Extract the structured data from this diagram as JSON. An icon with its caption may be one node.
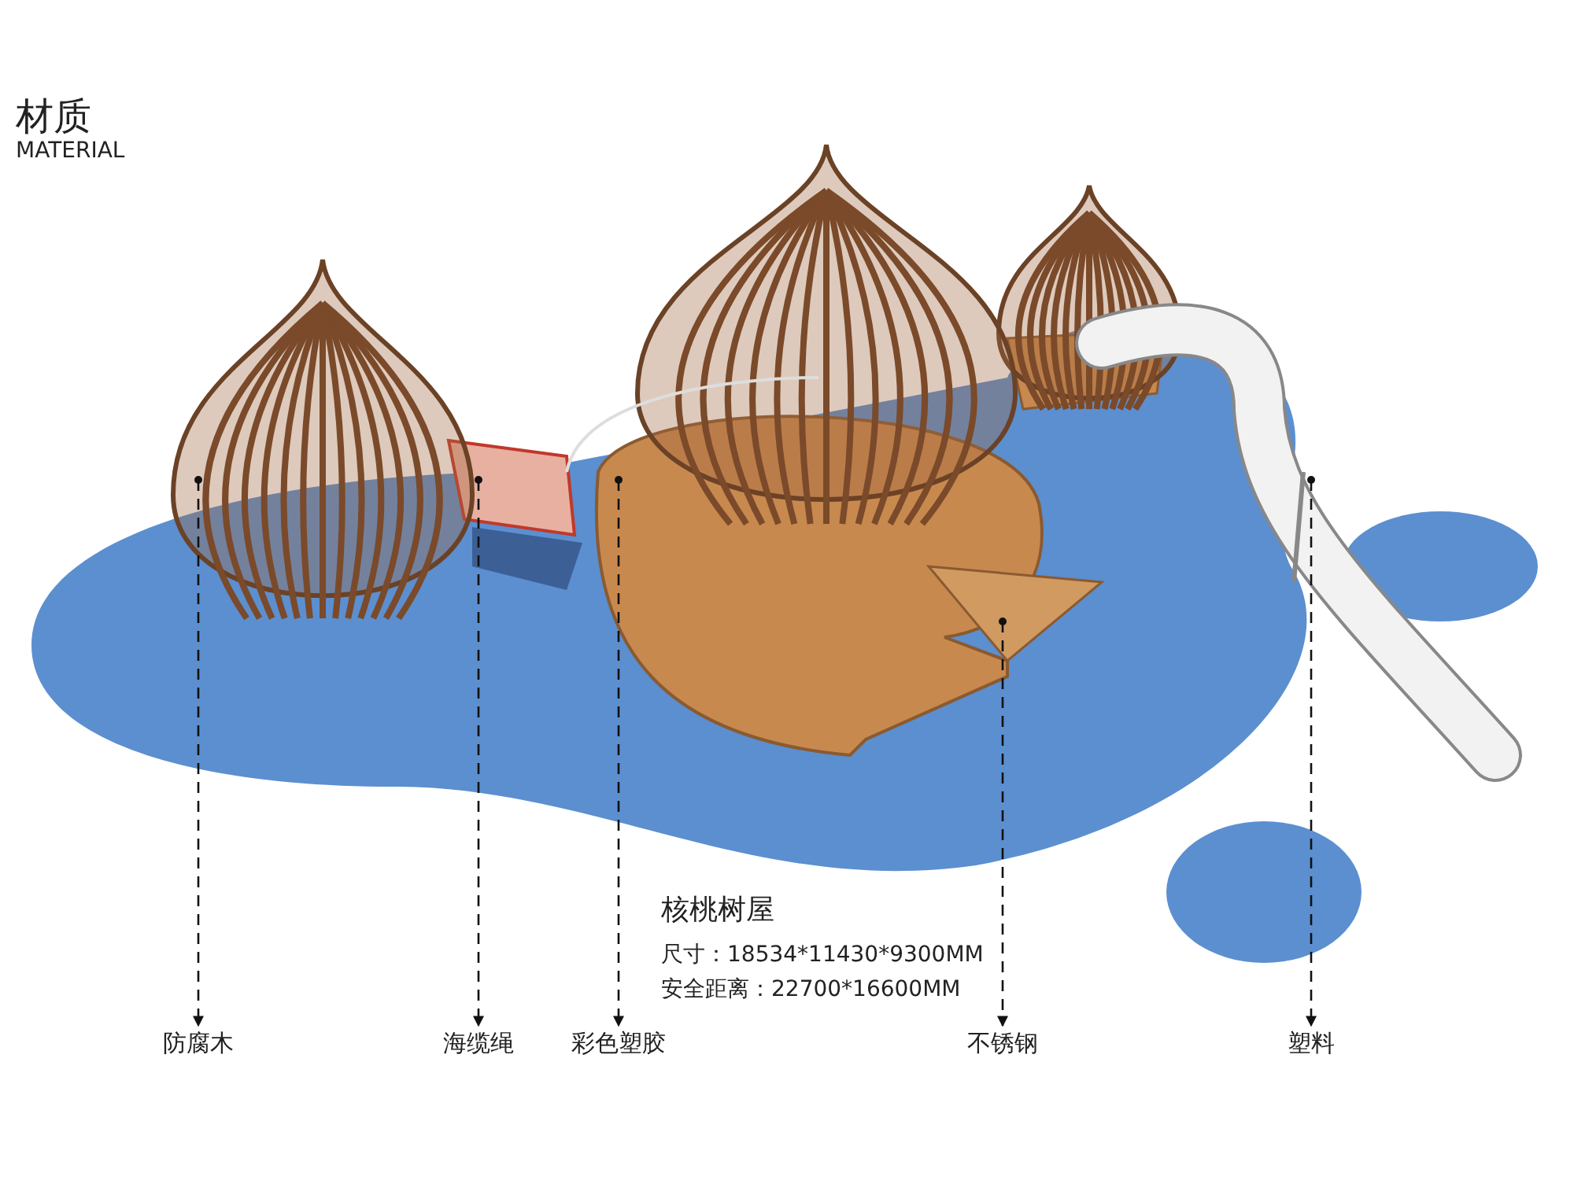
{
  "diagram": {
    "title": "材质",
    "nodes": [
      {
        "text": [
          "防腐木"
        ]
      },
      {
        "text": [
          "海缆绳"
        ]
      },
      {
        "text": [
          "彩色塑胶"
        ]
      },
      {
        "text": [
          "不锈钢"
        ]
      },
      {
        "text": [
          "塑料"
        ]
      }
    ],
    "edges": [
      {
        "from": null,
        "to": 0,
        "arrow": "to",
        "style": "dashed"
      },
      {
        "from": null,
        "to": 1,
        "arrow": "to",
        "style": "dashed"
      },
      {
        "from": null,
        "to": 2,
        "arrow": "to",
        "style": "dashed"
      },
      {
        "from": null,
        "to": 3,
        "arrow": "to",
        "style": "dashed"
      },
      {
        "from": null,
        "to": 4,
        "arrow": "to",
        "style": "dashed"
      }
    ],
    "labels": [
      "MATERIAL",
      "核桃树屋",
      "尺寸：18534*11430*9300MM",
      "安全距离：22700*16600MM"
    ]
  }
}
